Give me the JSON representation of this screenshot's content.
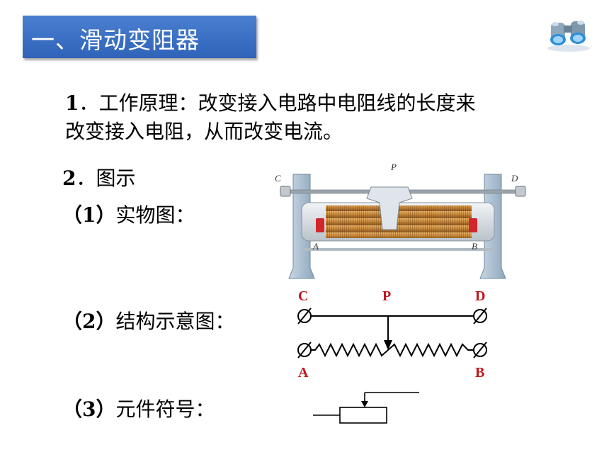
{
  "title": "一、滑动变阻器",
  "principle": {
    "number": "1",
    "line1": "．工作原理：改变接入电路中电阻线的长度来",
    "line2": "改变接入电阻，从而改变电流。"
  },
  "diagram_heading": {
    "number": "2",
    "text": "．图示"
  },
  "items": [
    {
      "number": "（1）",
      "text": "实物图："
    },
    {
      "number": "（2）",
      "text": "结构示意图："
    },
    {
      "number": "（3）",
      "text": "元件符号："
    }
  ],
  "photo_labels": {
    "c": "C",
    "d": "D",
    "p": "P",
    "a": "A",
    "b": "B"
  },
  "schematic_labels": {
    "c": "C",
    "p": "P",
    "d": "D",
    "a": "A",
    "b": "B"
  },
  "colors": {
    "title_bg": "#2f63b8",
    "label_red": "#c0161d",
    "coil": "#c98a3c"
  },
  "icons": [
    "binoculars-icon"
  ]
}
